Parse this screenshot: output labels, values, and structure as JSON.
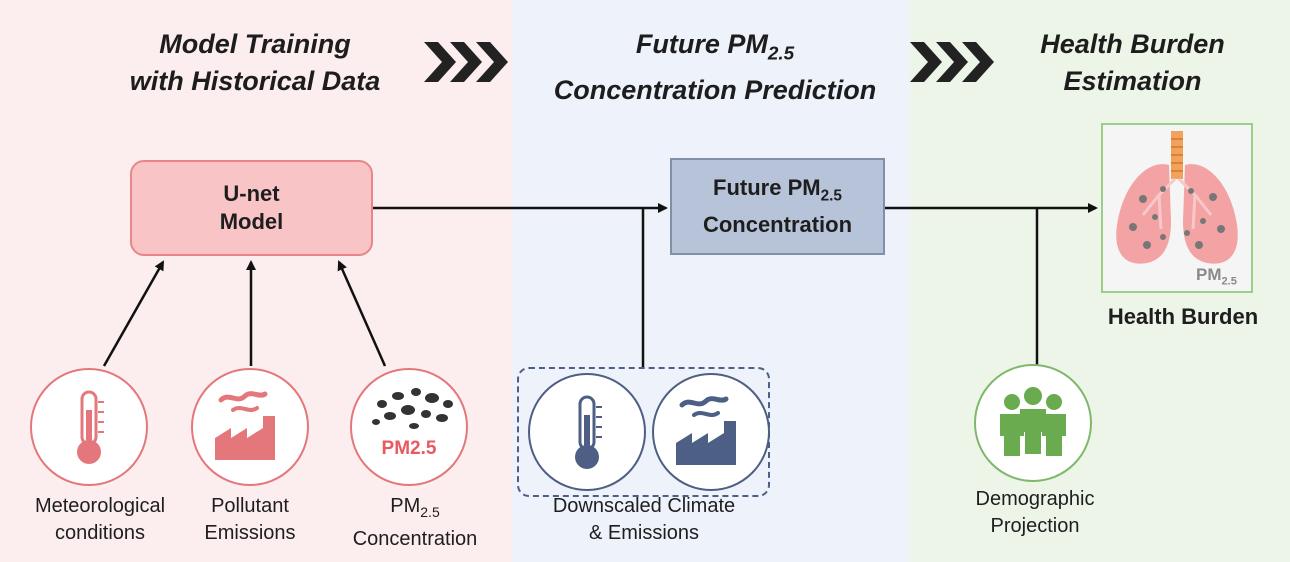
{
  "stages": {
    "training": {
      "line1": "Model Training",
      "line2": "with Historical Data"
    },
    "prediction": {
      "line1_prefix": "Future PM",
      "line1_sub": "2.5",
      "line2": "Concentration Prediction"
    },
    "health": {
      "line1": "Health Burden",
      "line2": "Estimation"
    }
  },
  "boxes": {
    "unet": {
      "line1": "U-net",
      "line2": "Model"
    },
    "future": {
      "line1_prefix": "Future PM",
      "line1_sub": "2.5",
      "line2": "Concentration"
    }
  },
  "inputs": {
    "meteorological": {
      "line1": "Meteorological",
      "line2": "conditions"
    },
    "emissions": {
      "line1": "Pollutant",
      "line2": "Emissions"
    },
    "pm25": {
      "line1_prefix": "PM",
      "line1_sub": "2.5",
      "line2": "Concentration",
      "icon_text": "PM2.5"
    },
    "downscaled": {
      "line1": "Downscaled Climate",
      "line2": "& Emissions"
    },
    "demographic": {
      "line1": "Demographic",
      "line2": "Projection"
    }
  },
  "output": {
    "label": "Health Burden",
    "icon_text_prefix": "PM",
    "icon_text_sub": "2.5"
  },
  "icons": {
    "thermometer": "thermometer-icon",
    "factory": "factory-icon",
    "particles": "particles-icon",
    "people": "people-icon",
    "lungs": "lungs-icon"
  },
  "colors": {
    "training_bg": "#fcedee",
    "prediction_bg": "#eef2fb",
    "health_bg": "#edf5e9",
    "red_accent": "#e4777b",
    "blue_accent": "#4d5f84",
    "green_accent": "#6aab4f"
  }
}
